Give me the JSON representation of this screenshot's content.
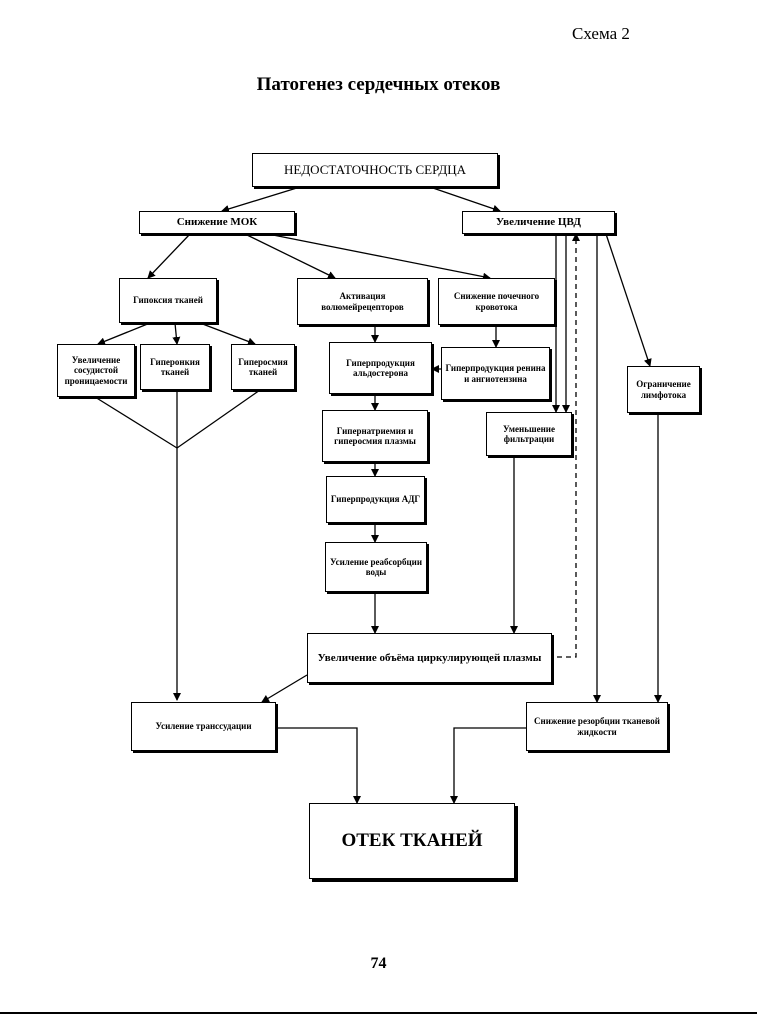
{
  "header": {
    "scheme_label": "Схема 2",
    "title": "Патогенез сердечных отеков"
  },
  "nodes": {
    "heart_failure": "НЕДОСТАТОЧНОСТЬ СЕРДЦА",
    "mok_decrease": "Снижение МОК",
    "cvp_increase": "Увеличение ЦВД",
    "tissue_hypoxia": "Гипоксия тканей",
    "volumoreceptor_activation": "Активация волюмейрецепторов",
    "renal_flow_decrease": "Снижение почечного кровотока",
    "vascular_permeability": "Увеличение сосудистой проницаемости",
    "tissue_hyperonkia": "Гиперонкия тканей",
    "tissue_hyperosmia": "Гиперосмия тканей",
    "aldosterone_hyperproduction": "Гиперпродукция альдостерона",
    "renin_hyperproduction": "Гиперпродукция ренина и ангиотензина",
    "lymph_flow_limit": "Ограничение лимфотока",
    "plasma_hypernatremia": "Гипернатриемия и гиперосмия плазмы",
    "filtration_decrease": "Уменьшение фильтрации",
    "adh_hyperproduction": "Гиперпродукция АДГ",
    "water_reabsorption": "Усиление реабсорбции воды",
    "plasma_volume_increase": "Увеличение объёма циркулирующей плазмы",
    "transudation_increase": "Усиление транссудации",
    "fluid_resorption_decrease": "Снижение резорбции тканевой жидкости",
    "tissue_edema": "ОТЕК ТКАНЕЙ"
  },
  "footer": {
    "page_number": "74"
  }
}
